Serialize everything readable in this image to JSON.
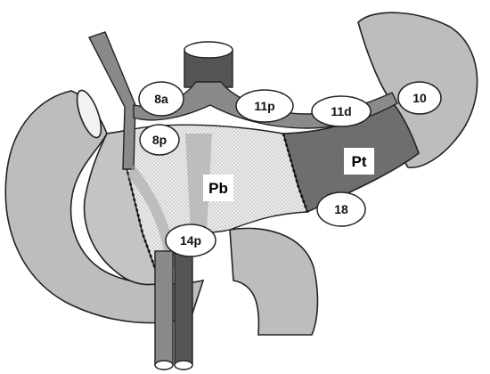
{
  "colors": {
    "organ_light": "#bdbdbd",
    "organ_mid": "#a9a9a9",
    "tail_dark": "#6e6e6e",
    "vessel_dark": "#555555",
    "vessel_mid": "#8a8a8a",
    "outline": "#222222",
    "label_fill": "#ffffff"
  },
  "regions": {
    "pb": "Pb",
    "pt": "Pt"
  },
  "nodes": {
    "n8a": "8a",
    "n8p": "8p",
    "n11p": "11p",
    "n11d": "11d",
    "n10": "10",
    "n18": "18",
    "n14p": "14p"
  }
}
